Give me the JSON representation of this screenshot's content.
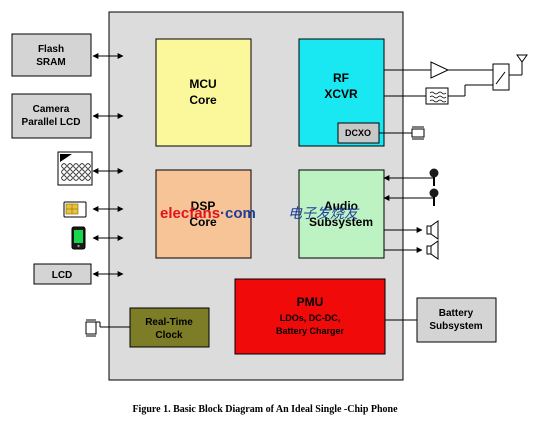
{
  "colors": {
    "chip_bg": "#dcdcdc",
    "mcu": "#fbf89c",
    "rf": "#19e8f2",
    "dcxo": "#c8c8c8",
    "dsp": "#f7c498",
    "audio": "#bdf2c3",
    "pmu": "#f00a0a",
    "rtc": "#7d7d27",
    "peripheral": "#d4d4d4",
    "watermark_red": "#e0121a",
    "watermark_blue": "#1e3e98"
  },
  "left_blocks": {
    "flash_sram": [
      "Flash",
      "SRAM"
    ],
    "camera_lcd": [
      "Camera",
      "Parallel LCD"
    ],
    "lcd": "LCD"
  },
  "chip_blocks": {
    "mcu": [
      "MCU",
      "Core"
    ],
    "rf": [
      "RF",
      "XCVR"
    ],
    "dcxo": "DCXO",
    "dsp": [
      "DSP",
      "Core"
    ],
    "audio": [
      "Audio",
      "Subsystem"
    ],
    "pmu_title": "PMU",
    "pmu_sub": [
      "LDOs, DC-DC,",
      "Battery Charger"
    ],
    "rtc": [
      "Real-Time",
      "Clock"
    ]
  },
  "right_blocks": {
    "battery": [
      "Battery",
      "Subsystem"
    ]
  },
  "icons": [
    "keypad-icon",
    "sim-card-icon",
    "phone-icon",
    "microphone-icon",
    "speaker-icon",
    "antenna-icon",
    "amplifier-icon",
    "filter-icon",
    "switch-icon",
    "crystal-icon"
  ],
  "watermark": {
    "latin": "elecfans",
    "dot": "·",
    "com": "com",
    "cjk": "电子发烧友"
  },
  "caption": "Figure 1. Basic Block Diagram of An Ideal Single -Chip Phone"
}
